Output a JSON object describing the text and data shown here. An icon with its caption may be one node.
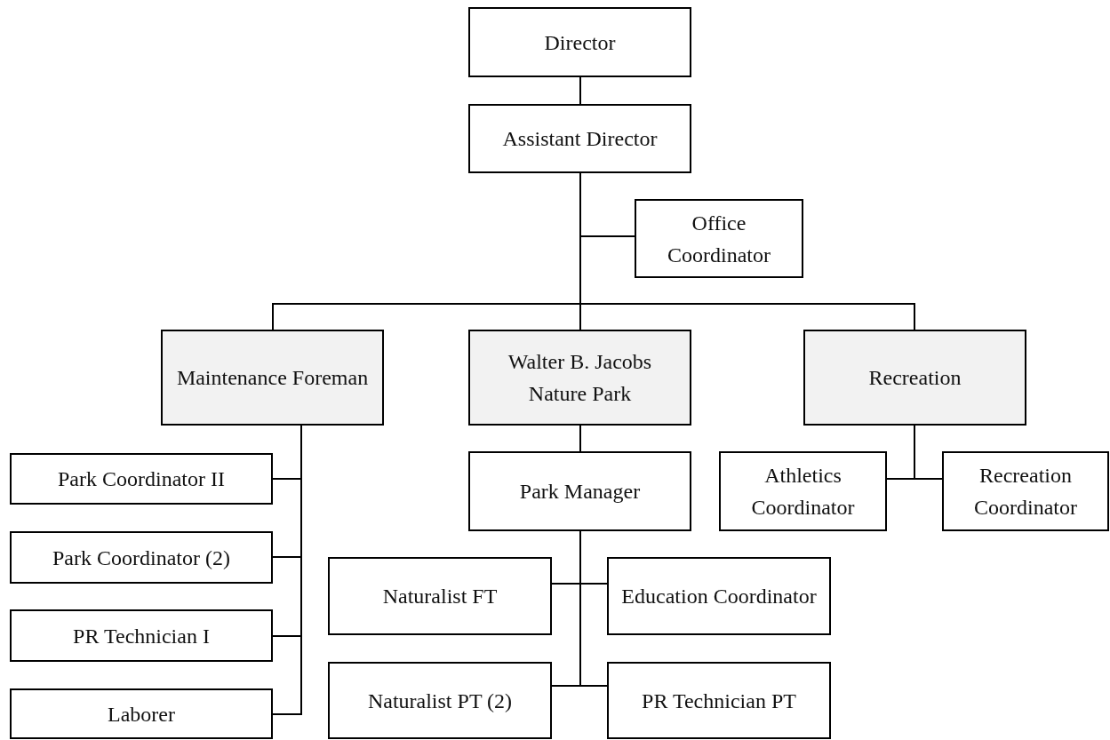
{
  "diagram": {
    "nodes": [
      {
        "text": [
          "Director"
        ]
      },
      {
        "text": [
          "Assistant Director"
        ]
      },
      {
        "text": [
          "Office Coordinator"
        ]
      },
      {
        "text": [
          "Maintenance Foreman"
        ]
      },
      {
        "text": [
          "Walter B. Jacobs Nature Park"
        ]
      },
      {
        "text": [
          "Recreation"
        ]
      },
      {
        "text": [
          "Park Coordinator II"
        ]
      },
      {
        "text": [
          "Park Coordinator (2)"
        ]
      },
      {
        "text": [
          "PR Technician I"
        ]
      },
      {
        "text": [
          "Laborer"
        ]
      },
      {
        "text": [
          "Park Manager"
        ]
      },
      {
        "text": [
          "Athletics Coordinator"
        ]
      },
      {
        "text": [
          "Recreation Coordinator"
        ]
      },
      {
        "text": [
          "Naturalist FT"
        ]
      },
      {
        "text": [
          "Education Coordinator"
        ]
      },
      {
        "text": [
          "Naturalist PT (2)"
        ]
      },
      {
        "text": [
          "PR Technician PT"
        ]
      }
    ],
    "edges": [
      {
        "from": 0,
        "to": 1,
        "arrow": "none"
      },
      {
        "from": 1,
        "to": 2,
        "arrow": "none"
      },
      {
        "from": 1,
        "to": 3,
        "arrow": "none"
      },
      {
        "from": 1,
        "to": 4,
        "arrow": "none"
      },
      {
        "from": 1,
        "to": 5,
        "arrow": "none"
      },
      {
        "from": 3,
        "to": 6,
        "arrow": "none"
      },
      {
        "from": 3,
        "to": 7,
        "arrow": "none"
      },
      {
        "from": 3,
        "to": 8,
        "arrow": "none"
      },
      {
        "from": 3,
        "to": 9,
        "arrow": "none"
      },
      {
        "from": 4,
        "to": 10,
        "arrow": "none"
      },
      {
        "from": 5,
        "to": 11,
        "arrow": "none"
      },
      {
        "from": 5,
        "to": 12,
        "arrow": "none"
      },
      {
        "from": 10,
        "to": 13,
        "arrow": "none"
      },
      {
        "from": 10,
        "to": 14,
        "arrow": "none"
      },
      {
        "from": 10,
        "to": 15,
        "arrow": "none"
      },
      {
        "from": 10,
        "to": 16,
        "arrow": "none"
      }
    ]
  }
}
